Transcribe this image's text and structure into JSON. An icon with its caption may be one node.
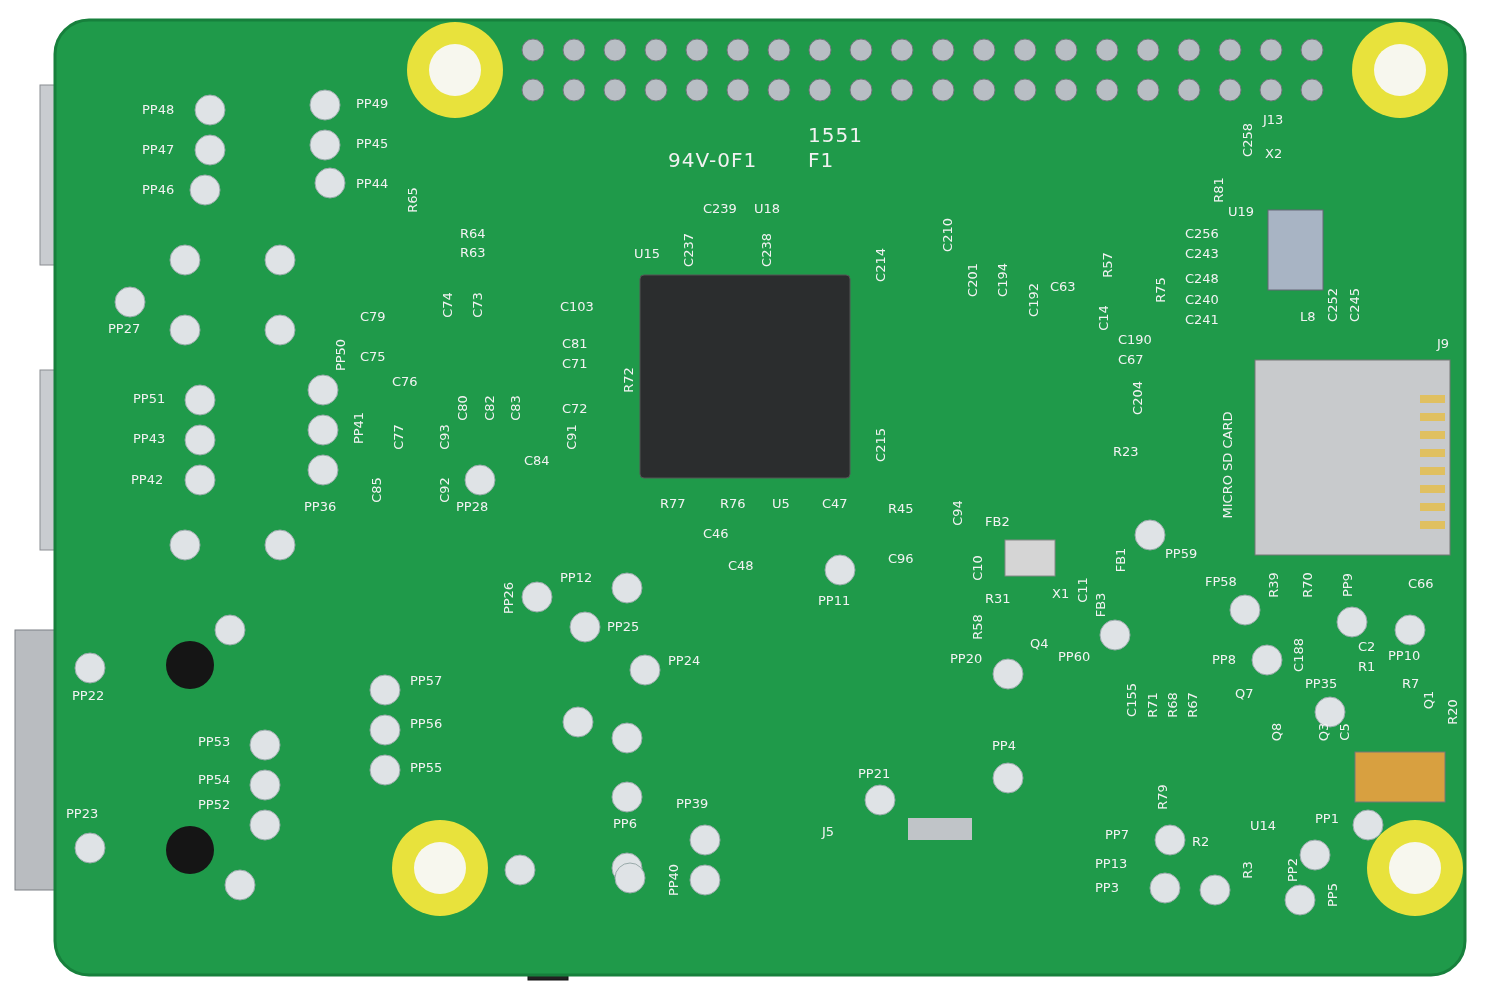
{
  "diagram": {
    "labels": [
      "PP48",
      "PP49",
      "PP47",
      "PP45",
      "PP46",
      "PP44",
      "1551",
      "94V-0F1",
      "F1",
      "J13",
      "C258",
      "X2",
      "R81",
      "R65",
      "U19",
      "C239",
      "U18",
      "C210",
      "R64",
      "R63",
      "C256",
      "C243",
      "U15",
      "C237",
      "C238",
      "C214",
      "C201",
      "C194",
      "C192",
      "C63",
      "R57",
      "R75",
      "C248",
      "C240",
      "C241",
      "C252",
      "C245",
      "L8",
      "PP27",
      "C74",
      "C73",
      "C103",
      "C79",
      "C14",
      "PP50",
      "C190",
      "J9",
      "C81",
      "C75",
      "C67",
      "C71",
      "R72",
      "C76",
      "PP51",
      "C204",
      "MICRO SD CARD",
      "C80",
      "C82",
      "C83",
      "C72",
      "C77",
      "C93",
      "C91",
      "PP43",
      "PP41",
      "C215",
      "R23",
      "C84",
      "PP42",
      "C85",
      "C92",
      "PP28",
      "PP36",
      "R77",
      "R76",
      "U5",
      "C47",
      "R45",
      "C94",
      "FB2",
      "C46",
      "PP59",
      "FB1",
      "C10",
      "C48",
      "C96",
      "C11",
      "X1",
      "R31",
      "FB3",
      "PP12",
      "FP58",
      "R39",
      "R70",
      "PP9",
      "C66",
      "PP26",
      "PP11",
      "R58",
      "PP25",
      "C188",
      "C2",
      "PP10",
      "Q4",
      "PP20",
      "PP60",
      "PP24",
      "PP8",
      "R1",
      "R7",
      "PP35",
      "PP57",
      "C155",
      "R71",
      "R68",
      "R67",
      "Q7",
      "PP22",
      "Q1",
      "R20",
      "PP56",
      "Q8",
      "Q3",
      "C5",
      "PP53",
      "PP4",
      "PP55",
      "PP21",
      "PP54",
      "R79",
      "PP39",
      "PP52",
      "PP23",
      "PP6",
      "U14",
      "PP1",
      "J5",
      "PP7",
      "R2",
      "PP13",
      "PP2",
      "R3",
      "PP3",
      "PP40",
      "PP5"
    ]
  }
}
